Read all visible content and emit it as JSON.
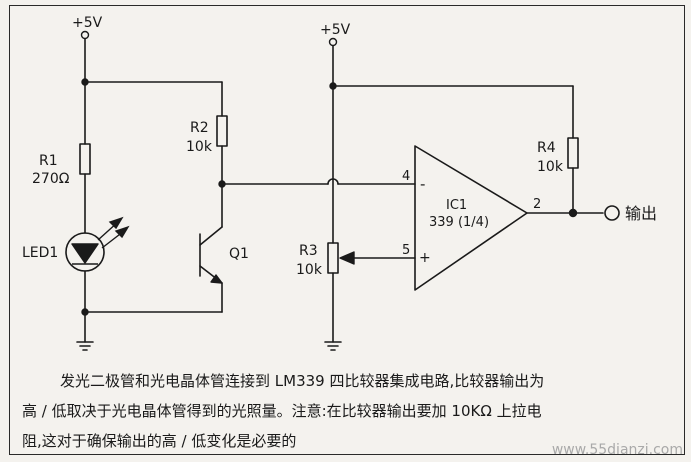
{
  "circuit": {
    "vcc_left": "+5V",
    "vcc_right": "+5V",
    "r1_name": "R1",
    "r1_value": "270Ω",
    "r2_name": "R2",
    "r2_value": "10k",
    "r3_name": "R3",
    "r3_value": "10k",
    "r4_name": "R4",
    "r4_value": "10k",
    "led_name": "LED1",
    "q1_name": "Q1",
    "ic_name": "IC1",
    "ic_part": "339 (1/4)",
    "pin4": "4",
    "pin5": "5",
    "pin2": "2",
    "minus": "-",
    "plus": "+",
    "output_label": "输出"
  },
  "caption": {
    "line1": "发光二极管和光电晶体管连接到 LM339 四比较器集成电路,比较器输出为",
    "line2": "高 / 低取决于光电晶体管得到的光照量。注意:在比较器输出要加 10KΩ 上拉电",
    "line3": "阻,这对于确保输出的高 / 低变化是必要的"
  },
  "watermark": "www.55dianzi.com"
}
